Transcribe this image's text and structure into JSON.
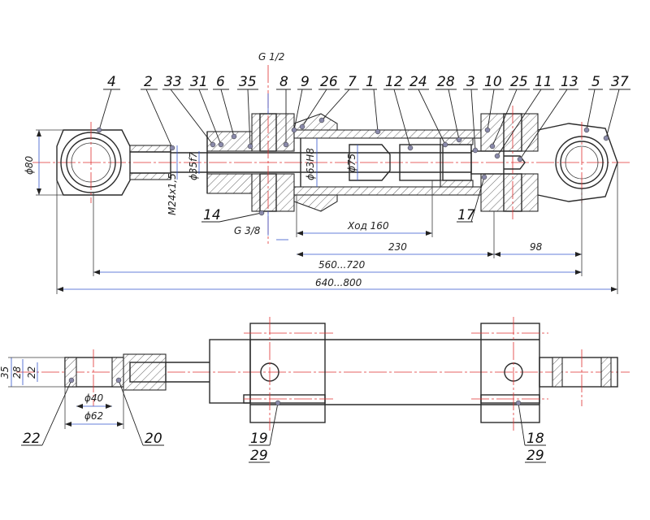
{
  "view_top": {
    "labels": [
      {
        "id": "4",
        "text": "4"
      },
      {
        "id": "2",
        "text": "2"
      },
      {
        "id": "33",
        "text": "33"
      },
      {
        "id": "31",
        "text": "31"
      },
      {
        "id": "6",
        "text": "6"
      },
      {
        "id": "35",
        "text": "35"
      },
      {
        "id": "8",
        "text": "8"
      },
      {
        "id": "9",
        "text": "9"
      },
      {
        "id": "26",
        "text": "26"
      },
      {
        "id": "7",
        "text": "7"
      },
      {
        "id": "1",
        "text": "1"
      },
      {
        "id": "12",
        "text": "12"
      },
      {
        "id": "24",
        "text": "24"
      },
      {
        "id": "28",
        "text": "28"
      },
      {
        "id": "3",
        "text": "3"
      },
      {
        "id": "10",
        "text": "10"
      },
      {
        "id": "25",
        "text": "25"
      },
      {
        "id": "11",
        "text": "11"
      },
      {
        "id": "13",
        "text": "13"
      },
      {
        "id": "5",
        "text": "5"
      },
      {
        "id": "37",
        "text": "37"
      },
      {
        "id": "14",
        "text": "14"
      },
      {
        "id": "17",
        "text": "17"
      }
    ],
    "dims": {
      "port_top": "G 1/2",
      "port_bottom": "G 3/8",
      "eye_dia": "ϕ80",
      "thread": "M24x1,5",
      "rod_dia": "ϕ35f7",
      "bore_dia": "ϕ63H8",
      "piston_dia": "ϕ75",
      "stroke": "Ход 160",
      "d230": "230",
      "d98": "98",
      "d560": "560...720",
      "d640": "640...800"
    }
  },
  "view_bottom": {
    "labels": [
      {
        "id": "22",
        "text": "22"
      },
      {
        "id": "20",
        "text": "20"
      },
      {
        "id": "19",
        "text": "19"
      },
      {
        "id": "29a",
        "text": "29"
      },
      {
        "id": "18",
        "text": "18"
      },
      {
        "id": "29b",
        "text": "29"
      }
    ],
    "dims": {
      "h35": "35",
      "h28": "28",
      "h22": "22",
      "d40": "ϕ40",
      "d62": "ϕ62"
    }
  }
}
